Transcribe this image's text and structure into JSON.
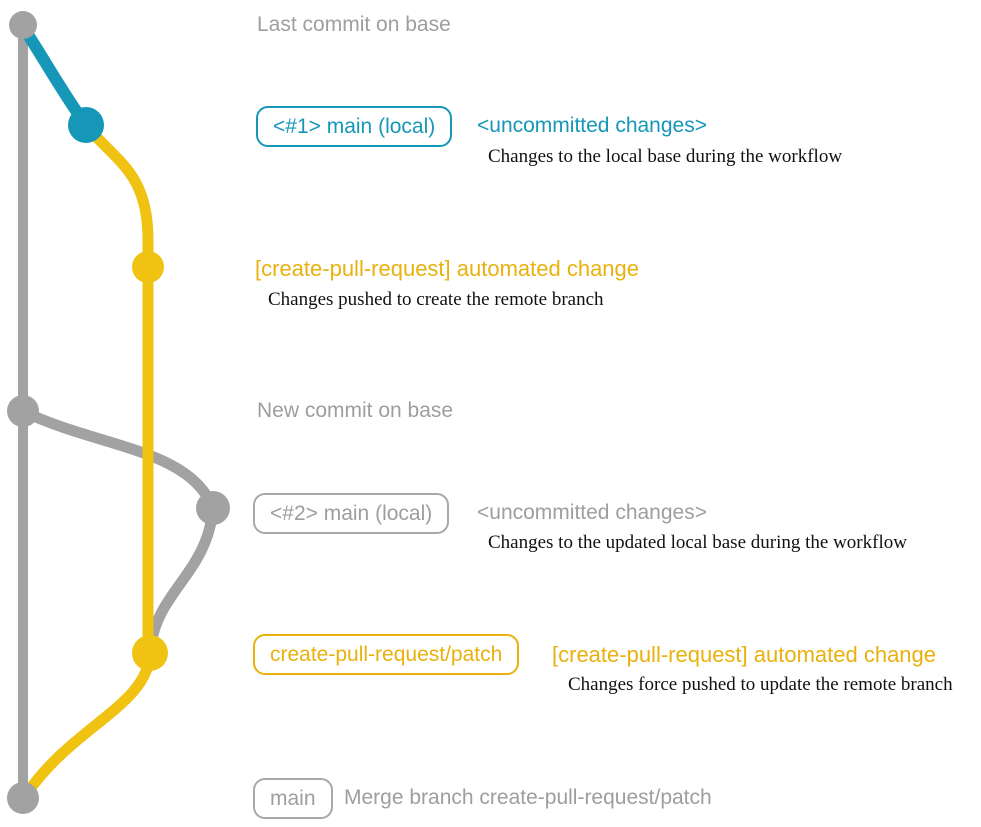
{
  "colors": {
    "graph_gray": "#a2a2a2",
    "graph_teal": "#1697b8",
    "graph_yellow": "#f0c313",
    "text_gray": "#9e9e9e",
    "text_teal": "#1697b8",
    "text_yellow": "#e9b10e",
    "text_black": "#111111"
  },
  "rows": {
    "last_commit_label": "Last commit on base",
    "branch1": {
      "box": "<#1> main (local)",
      "note": "<uncommitted changes>",
      "desc": "Changes to the local base during the workflow"
    },
    "commit1": {
      "title": "[create-pull-request] automated change",
      "desc": "Changes pushed to create the remote branch"
    },
    "new_commit_label": "New commit on base",
    "branch2": {
      "box": "<#2> main (local)",
      "note": "<uncommitted changes>",
      "desc": "Changes to the updated local base during the workflow"
    },
    "commit2": {
      "box": "create-pull-request/patch",
      "title": "[create-pull-request] automated change",
      "desc": "Changes force pushed to update the remote branch"
    },
    "merge": {
      "box": "main",
      "text": "Merge branch create-pull-request/patch"
    }
  }
}
